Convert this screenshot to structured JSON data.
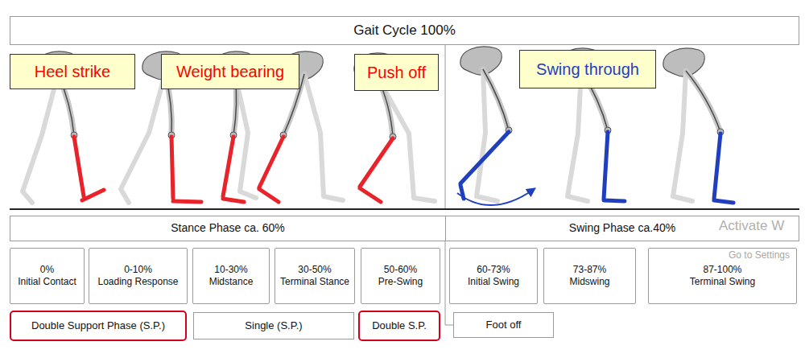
{
  "diagram": {
    "title": "Gait Cycle 100%",
    "nodes": [
      {
        "text": [
          "Heel strike"
        ]
      },
      {
        "text": [
          "Weight bearing"
        ]
      },
      {
        "text": [
          "Push off"
        ]
      },
      {
        "text": [
          "Swing through"
        ]
      },
      {
        "text": [
          "Stance Phase ca. 60%"
        ]
      },
      {
        "text": [
          "Swing Phase ca.40%"
        ]
      },
      {
        "text": [
          "0%",
          "Initial Contact"
        ]
      },
      {
        "text": [
          "0-10%",
          "Loading Response"
        ]
      },
      {
        "text": [
          "10-30%",
          "Midstance"
        ]
      },
      {
        "text": [
          "30-50%",
          "Terminal Stance"
        ]
      },
      {
        "text": [
          "50-60%",
          "Pre-Swing"
        ]
      },
      {
        "text": [
          "60-73%",
          "Initial Swing"
        ]
      },
      {
        "text": [
          "73-87%",
          "Midswing"
        ]
      },
      {
        "text": [
          "87-100%",
          "Terminal Swing"
        ]
      },
      {
        "text": [
          "Double Support Phase (S.P.)"
        ]
      },
      {
        "text": [
          "Single (S.P.)"
        ]
      },
      {
        "text": [
          "Double S.P."
        ]
      },
      {
        "text": [
          "Foot off"
        ]
      }
    ],
    "labels": [
      "Activate W",
      "Go to Settings"
    ]
  }
}
